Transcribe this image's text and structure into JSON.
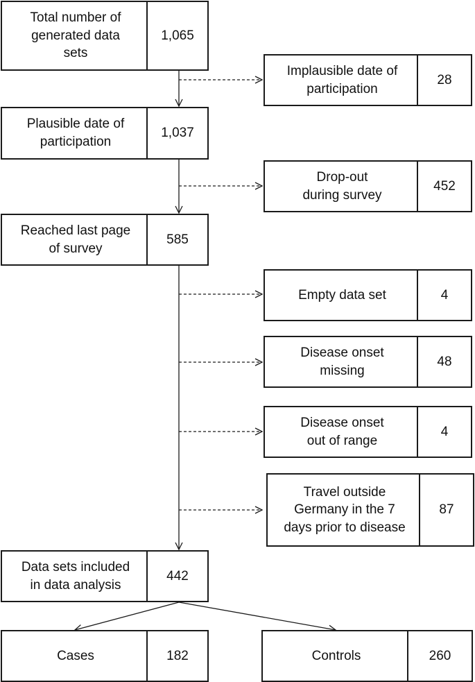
{
  "main": {
    "total": {
      "label": "Total number of\ngenerated data\nsets",
      "count": "1,065"
    },
    "plausible": {
      "label": "Plausible date of\nparticipation",
      "count": "1,037"
    },
    "reached": {
      "label": "Reached last page\nof survey",
      "count": "585"
    },
    "included": {
      "label": "Data sets included\nin data analysis",
      "count": "442"
    }
  },
  "exclusions": {
    "implausible": {
      "label": "Implausible date of\nparticipation",
      "count": "28"
    },
    "dropout": {
      "label": "Drop-out\nduring survey",
      "count": "452"
    },
    "empty": {
      "label": "Empty data set",
      "count": "4"
    },
    "onset_missing": {
      "label": "Disease onset\nmissing",
      "count": "48"
    },
    "onset_range": {
      "label": "Disease onset\nout of range",
      "count": "4"
    },
    "travel": {
      "label": "Travel outside\nGermany in the 7\ndays prior to disease",
      "count": "87"
    }
  },
  "groups": {
    "cases": {
      "label": "Cases",
      "count": "182"
    },
    "controls": {
      "label": "Controls",
      "count": "260"
    }
  }
}
